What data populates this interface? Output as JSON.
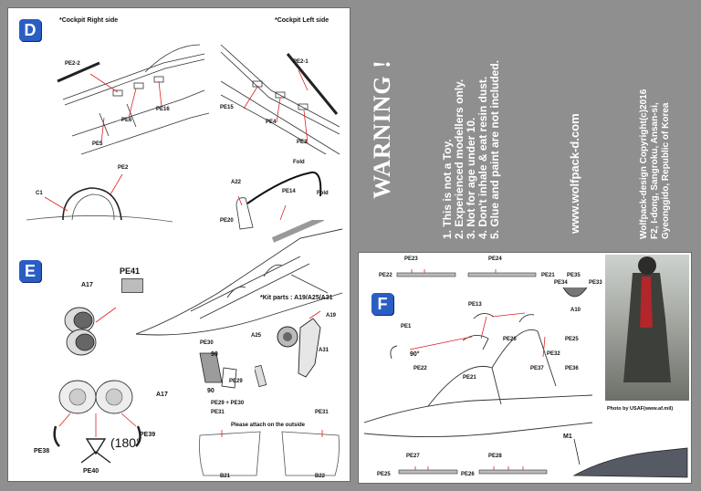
{
  "warning": {
    "title": "WARNING !",
    "items": [
      "1. This is not a Toy.",
      "2. Experienced modellers only.",
      "3. Not for age under 10.",
      "4. Don't inhale & eat resin dust.",
      "5. Glue and paint are not included."
    ]
  },
  "website": "www.wolfpack-d.com",
  "copyright": [
    "Wolfpack-design Copyright(c)2016",
    "F2, I-dong, Sangroku, Ansan-si,",
    "Gyeonggido, Republic of Korea"
  ],
  "section_d": {
    "badge": "D",
    "right_title": "*Cockpit Right side",
    "left_title": "*Cockpit Left side",
    "parts": [
      "PE2-2",
      "PE6",
      "PE16",
      "PE5",
      "PE2-1",
      "PE15",
      "PE4",
      "PE3",
      "PE2",
      "C1",
      "A22",
      "PE14",
      "Fold",
      "Fold",
      "PE20"
    ]
  },
  "section_e": {
    "badge": "E",
    "kit_parts": "*Kit parts : A19/A25/A31",
    "attach_note": "Please attach on the outside",
    "angle_180": "180",
    "angle_90a": "90",
    "angle_90b": "90",
    "parts": [
      "PE41",
      "A17",
      "A25",
      "A19",
      "A31",
      "PE30",
      "PE29",
      "PE29 + PE30",
      "A17",
      "PE38",
      "PE39",
      "PE40",
      "PE31",
      "PE31",
      "B21",
      "B22"
    ]
  },
  "section_f": {
    "badge": "F",
    "angle_90": "90",
    "photo_credit": "Photo by USAF(www.af.mil)",
    "parts": [
      "PE23",
      "PE22",
      "PE24",
      "PE21",
      "PE34",
      "PE35",
      "PE33",
      "A10",
      "PE13",
      "PE1",
      "PE26",
      "PE25",
      "PE22",
      "PE21",
      "PE32",
      "PE37",
      "PE36",
      "M1",
      "PE27",
      "PE25",
      "PE28",
      "PE26"
    ]
  },
  "colors": {
    "badge": "#2a5ec4",
    "background": "#8f8f8f",
    "leader_line": "#e02020"
  }
}
